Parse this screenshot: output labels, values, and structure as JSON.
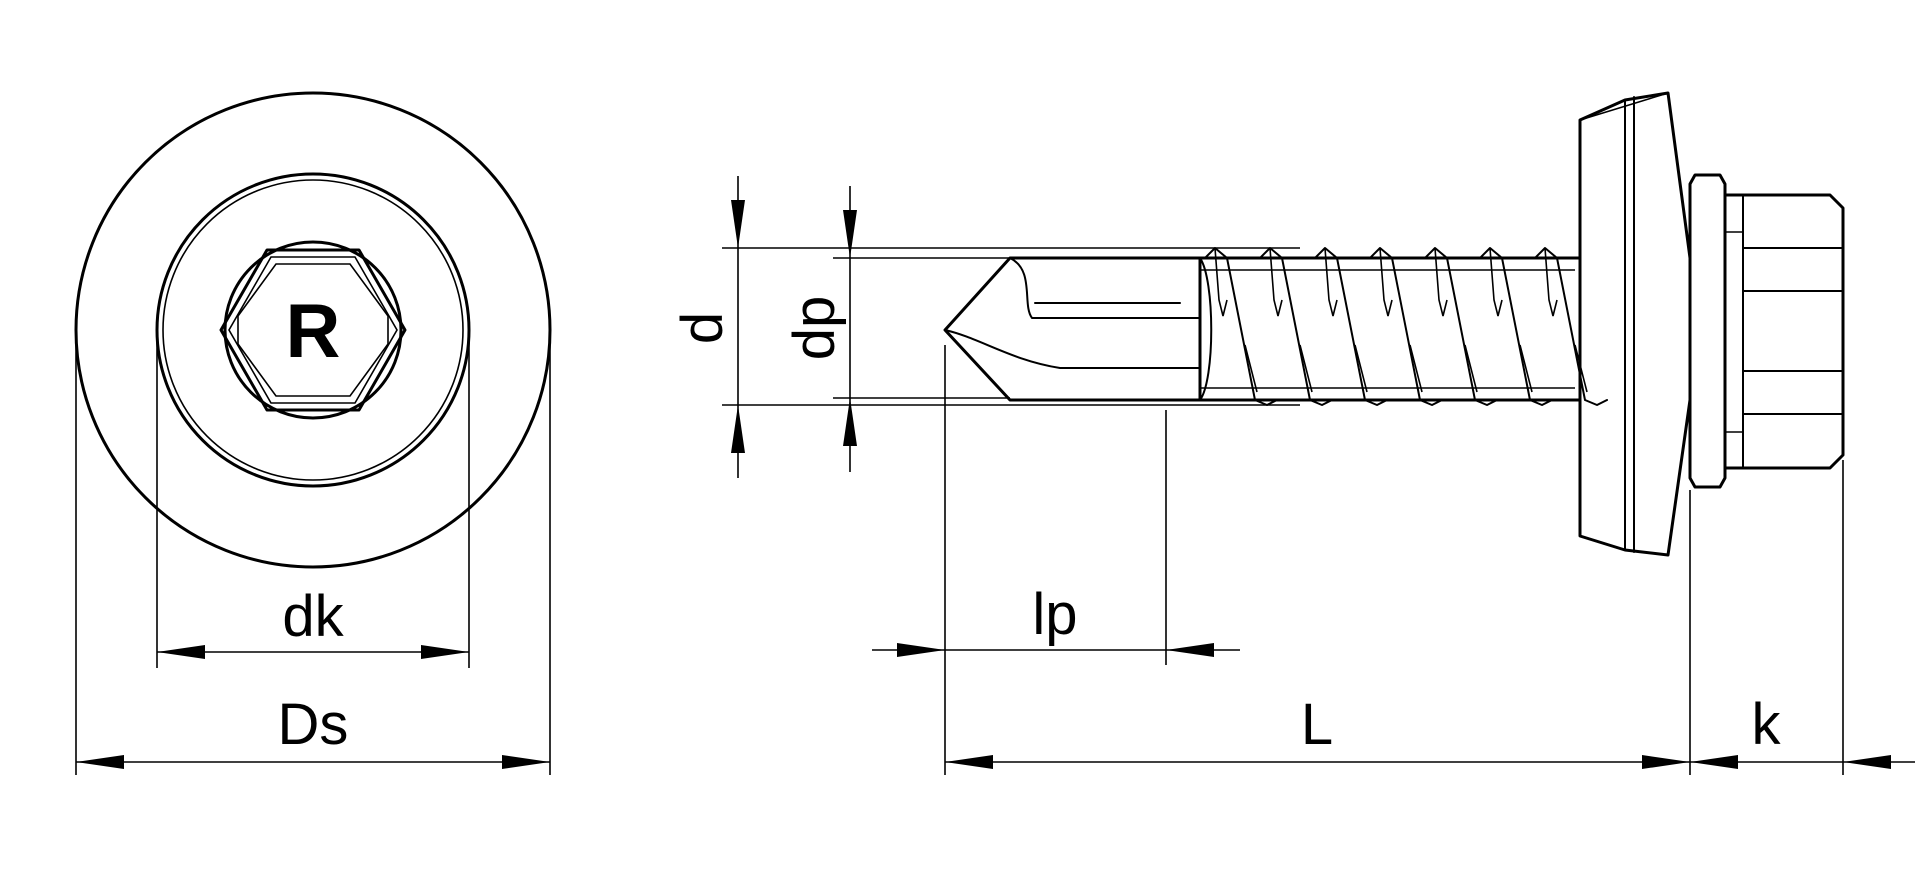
{
  "head_marking": "R",
  "dimensions": {
    "ds": "Ds",
    "dk": "dk",
    "d": "d",
    "dp": "dp",
    "lp": "lp",
    "l": "L",
    "k": "k"
  }
}
